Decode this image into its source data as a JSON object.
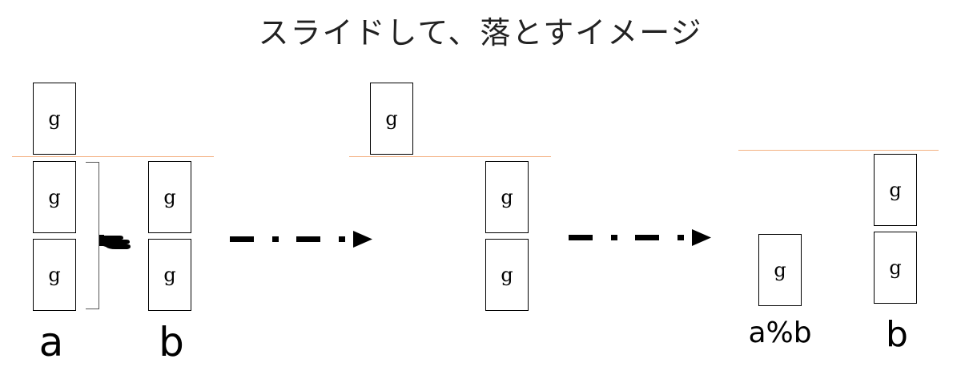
{
  "title": "スライドして、落とすイメージ",
  "card_glyph": "g",
  "labels": {
    "a": "a",
    "b": "b",
    "a_mod_b": "a%b",
    "b_final": "b"
  },
  "colors": {
    "line": "#f4b183",
    "stroke": "#000000"
  },
  "icons": [
    "pointing-hand-icon",
    "dashed-arrow-icon"
  ]
}
